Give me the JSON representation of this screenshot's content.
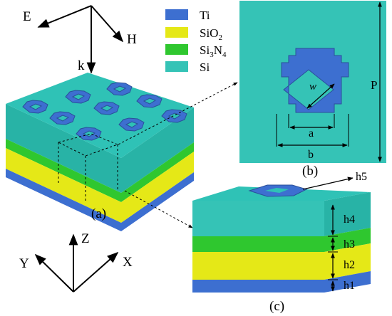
{
  "colors": {
    "ti": "#3d6fd0",
    "sio2": "#e5e817",
    "si3n4": "#2fc72f",
    "si": "#35c3b6",
    "si_top": "#2fc2b6",
    "si_side": "#28b3a6"
  },
  "legend": {
    "items": [
      {
        "label": "Ti",
        "color_key": "ti"
      },
      {
        "label": "SiO",
        "sub": "2",
        "color_key": "sio2"
      },
      {
        "label": "Si",
        "sub": "3",
        "mid": "N",
        "sub2": "4",
        "color_key": "si3n4"
      },
      {
        "label": "Si",
        "color_key": "si"
      }
    ]
  },
  "field_axes": {
    "e": "E",
    "h": "H",
    "k": "k"
  },
  "coord_axes": {
    "y": "Y",
    "z": "Z",
    "x": "X"
  },
  "panels": {
    "a": "(a)",
    "b": "(b)",
    "c": "(c)"
  },
  "dimensions": {
    "w": "w",
    "a": "a",
    "b": "b",
    "p": "P",
    "h1": "h1",
    "h2": "h2",
    "h3": "h3",
    "h4": "h4",
    "h5": "h5"
  }
}
